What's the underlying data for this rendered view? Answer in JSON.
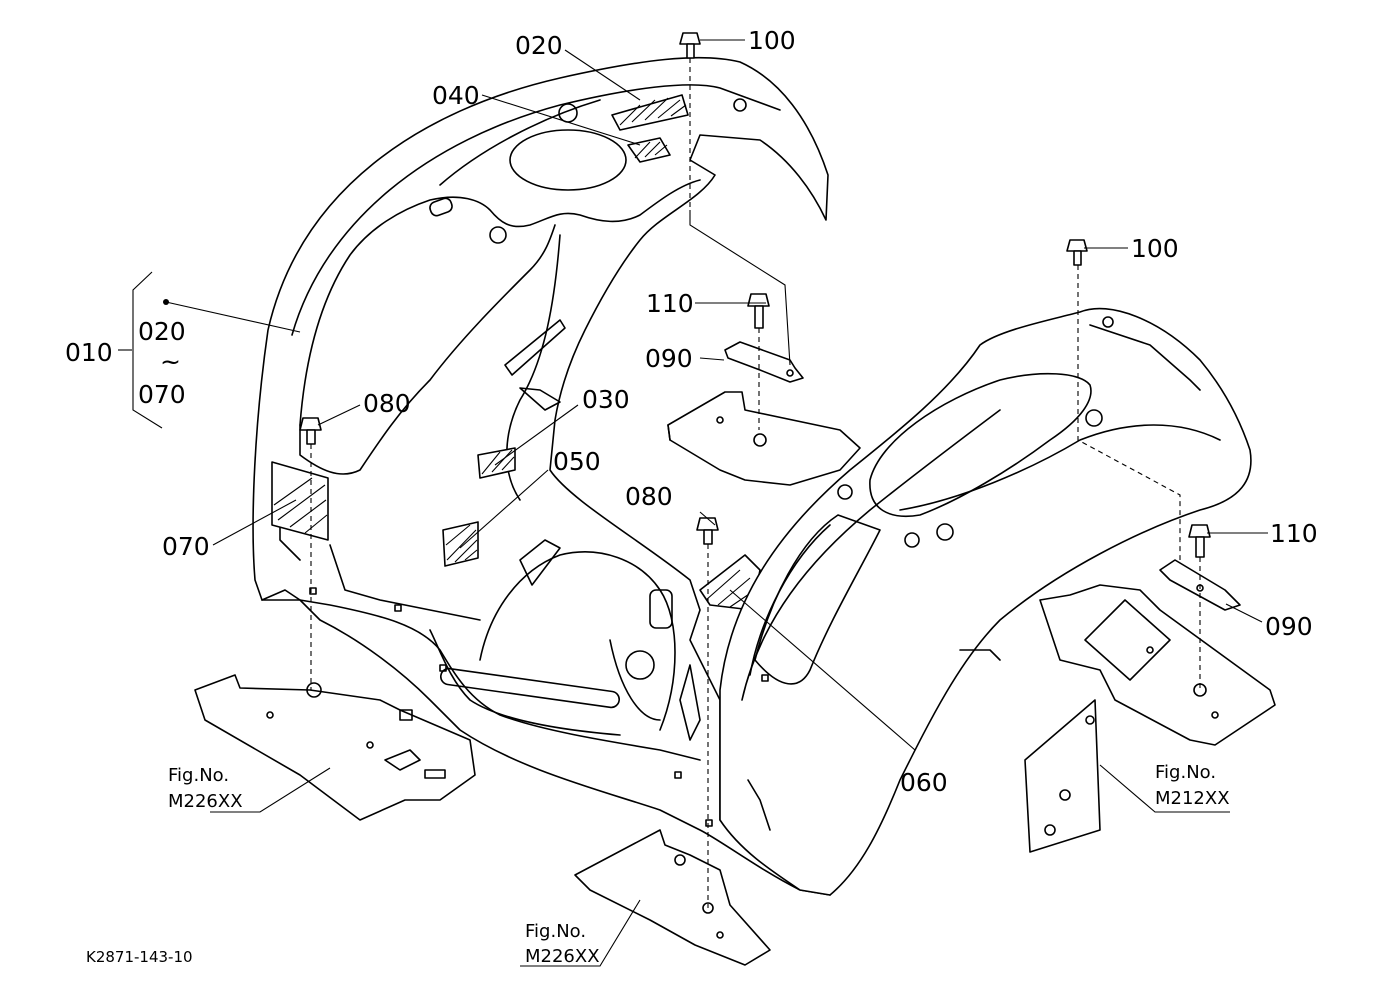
{
  "diagram_code": "K2871-143-10",
  "callouts": {
    "c010": "010",
    "c020_top": "020",
    "c040": "040",
    "c100_top": "100",
    "c100_right": "100",
    "c110_mid": "110",
    "c110_right": "110",
    "c090_mid": "090",
    "c090_right": "090",
    "c080_left": "080",
    "c080_mid": "080",
    "c030": "030",
    "c050": "050",
    "c060": "060",
    "c070": "070"
  },
  "group_range": {
    "start": "020",
    "tilde": "~",
    "end": "070"
  },
  "figure_refs": {
    "left": {
      "label": "Fig.No.",
      "number": "M226XX"
    },
    "bottom": {
      "label": "Fig.No.",
      "number": "M226XX"
    },
    "right": {
      "label": "Fig.No.",
      "number": "M212XX"
    }
  }
}
